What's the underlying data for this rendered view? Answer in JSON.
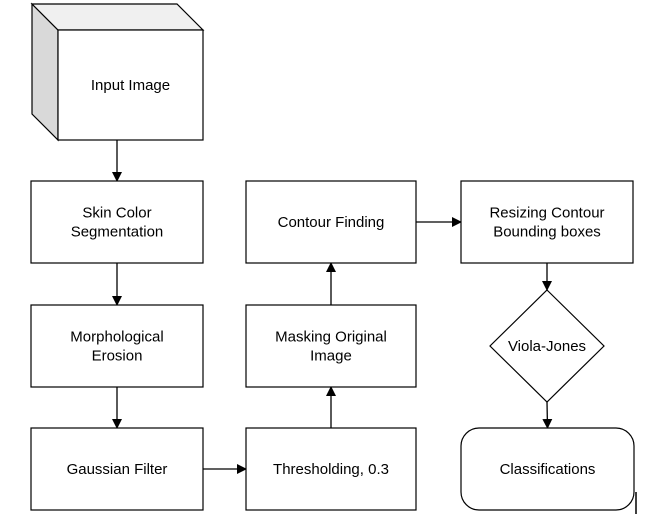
{
  "colors": {
    "stroke": "#000000",
    "box_fill": "#ffffff",
    "cube_side": "#d9d9d9",
    "cube_top": "#f0f0f0"
  },
  "nodes": {
    "input_image": {
      "lines": [
        "Input Image"
      ],
      "shape": "cube"
    },
    "skin_color": {
      "lines": [
        "Skin Color",
        "Segmentation"
      ],
      "shape": "rect"
    },
    "morph_erosion": {
      "lines": [
        "Morphological",
        "Erosion"
      ],
      "shape": "rect"
    },
    "gaussian": {
      "lines": [
        "Gaussian Filter"
      ],
      "shape": "rect"
    },
    "threshold": {
      "lines": [
        "Thresholding, 0.3"
      ],
      "shape": "rect"
    },
    "masking": {
      "lines": [
        "Masking Original",
        "Image"
      ],
      "shape": "rect"
    },
    "contour": {
      "lines": [
        "Contour Finding"
      ],
      "shape": "rect"
    },
    "resizing": {
      "lines": [
        "Resizing Contour",
        "Bounding boxes"
      ],
      "shape": "rect"
    },
    "viola": {
      "lines": [
        "Viola-Jones"
      ],
      "shape": "diamond"
    },
    "classifications": {
      "lines": [
        "Classifications"
      ],
      "shape": "rounded-rect"
    }
  },
  "edges": [
    {
      "from": "input_image",
      "to": "skin_color"
    },
    {
      "from": "skin_color",
      "to": "morph_erosion"
    },
    {
      "from": "morph_erosion",
      "to": "gaussian"
    },
    {
      "from": "gaussian",
      "to": "threshold"
    },
    {
      "from": "threshold",
      "to": "masking"
    },
    {
      "from": "masking",
      "to": "contour"
    },
    {
      "from": "contour",
      "to": "resizing"
    },
    {
      "from": "resizing",
      "to": "viola"
    },
    {
      "from": "viola",
      "to": "classifications"
    }
  ]
}
